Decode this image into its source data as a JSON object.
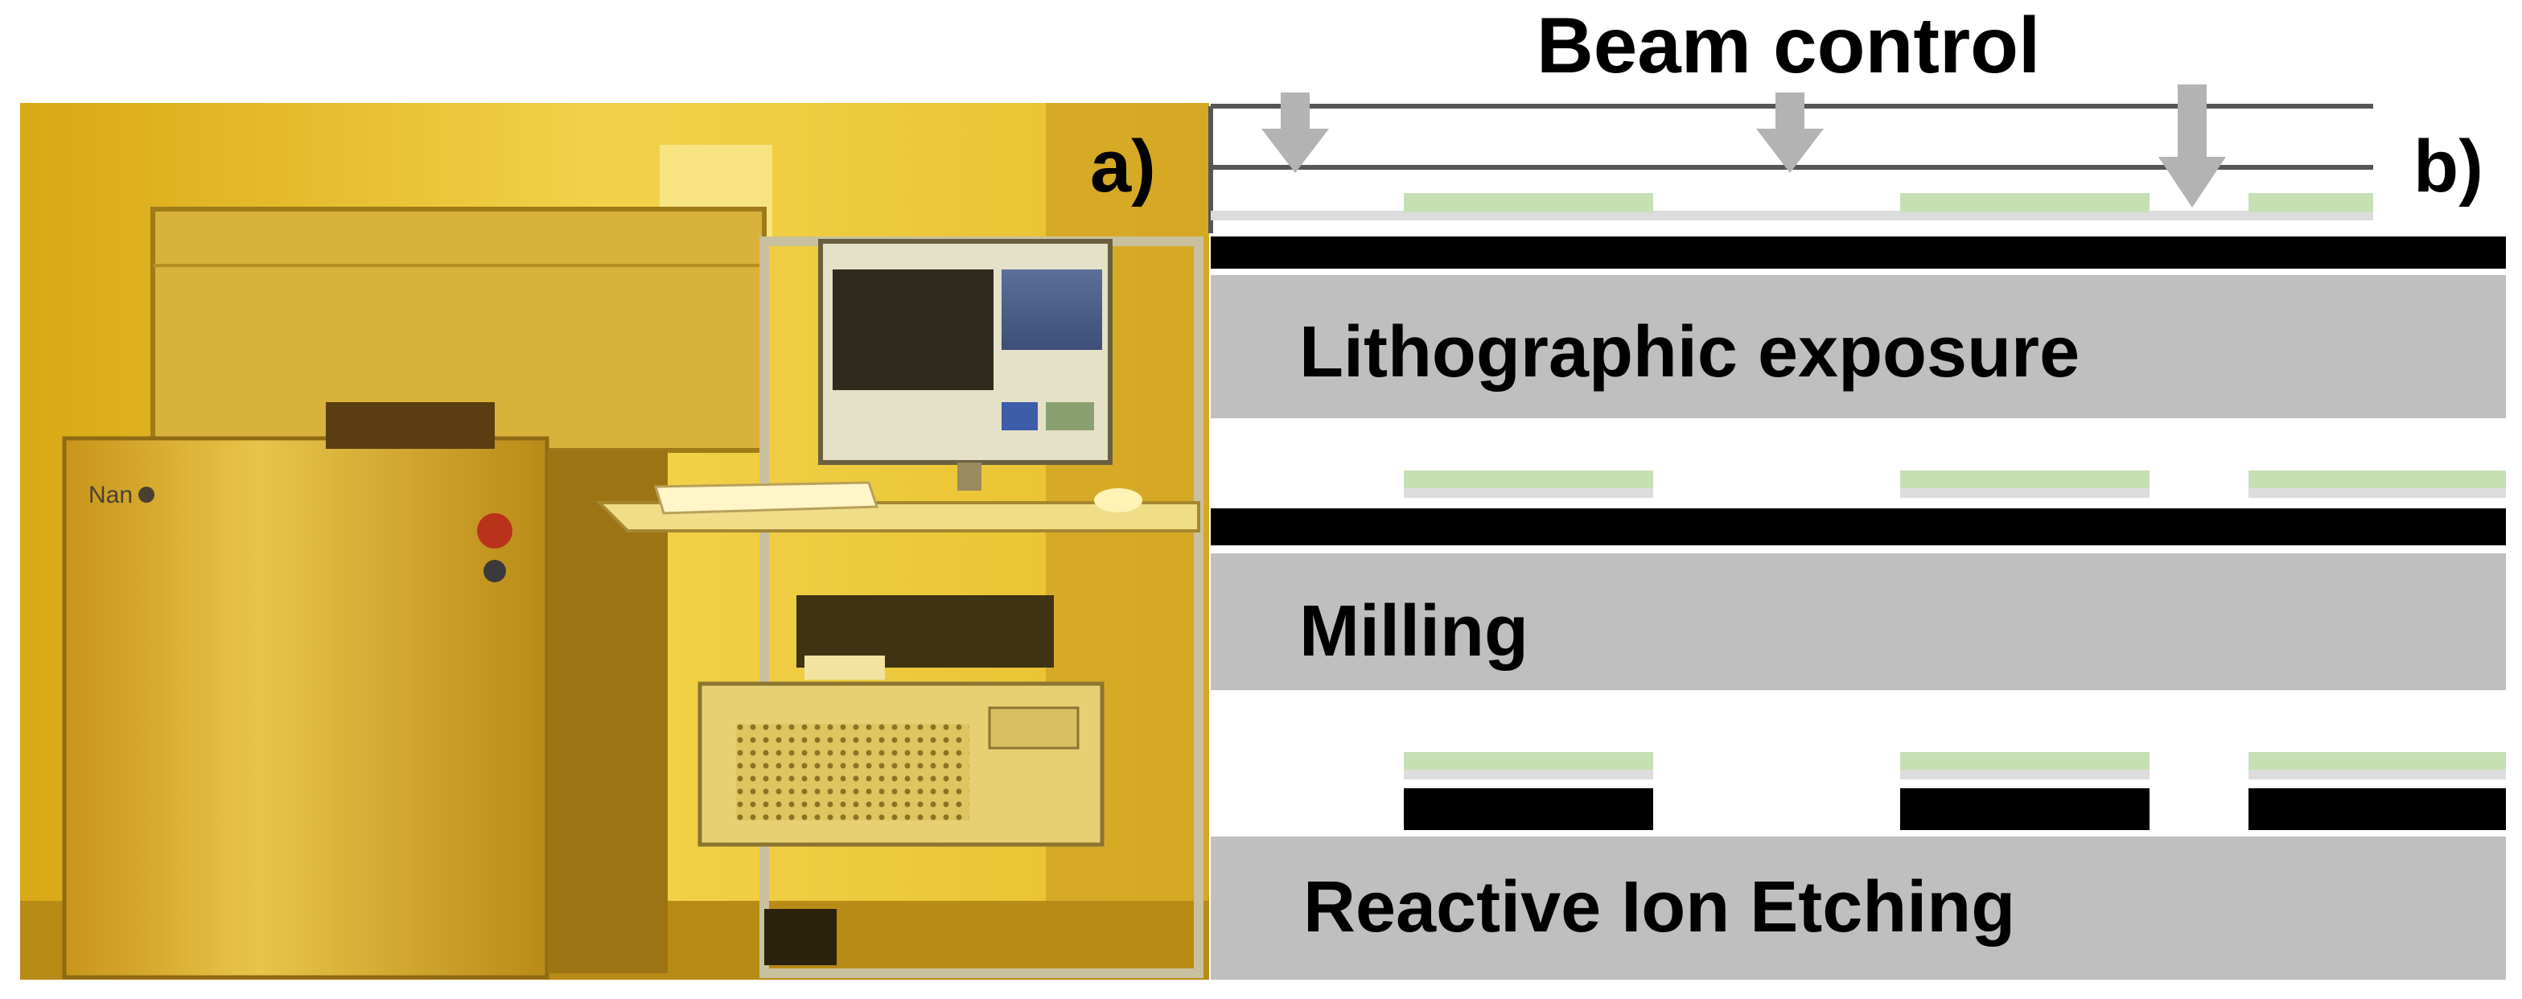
{
  "panel_a": {
    "label": "a)",
    "photo_logo": "Nan"
  },
  "panel_b": {
    "label": "b)",
    "title": "Beam control",
    "steps": [
      {
        "label": "Lithographic exposure"
      },
      {
        "label": "Milling"
      },
      {
        "label": "Reactive Ion Etching"
      }
    ]
  },
  "colors": {
    "substrate": "#bfbfbf",
    "metal_layer": "#000000",
    "resist": "#c6e0b4",
    "beam_arrow": "#b3b3b3",
    "photo_tint": "#e8c23a"
  }
}
